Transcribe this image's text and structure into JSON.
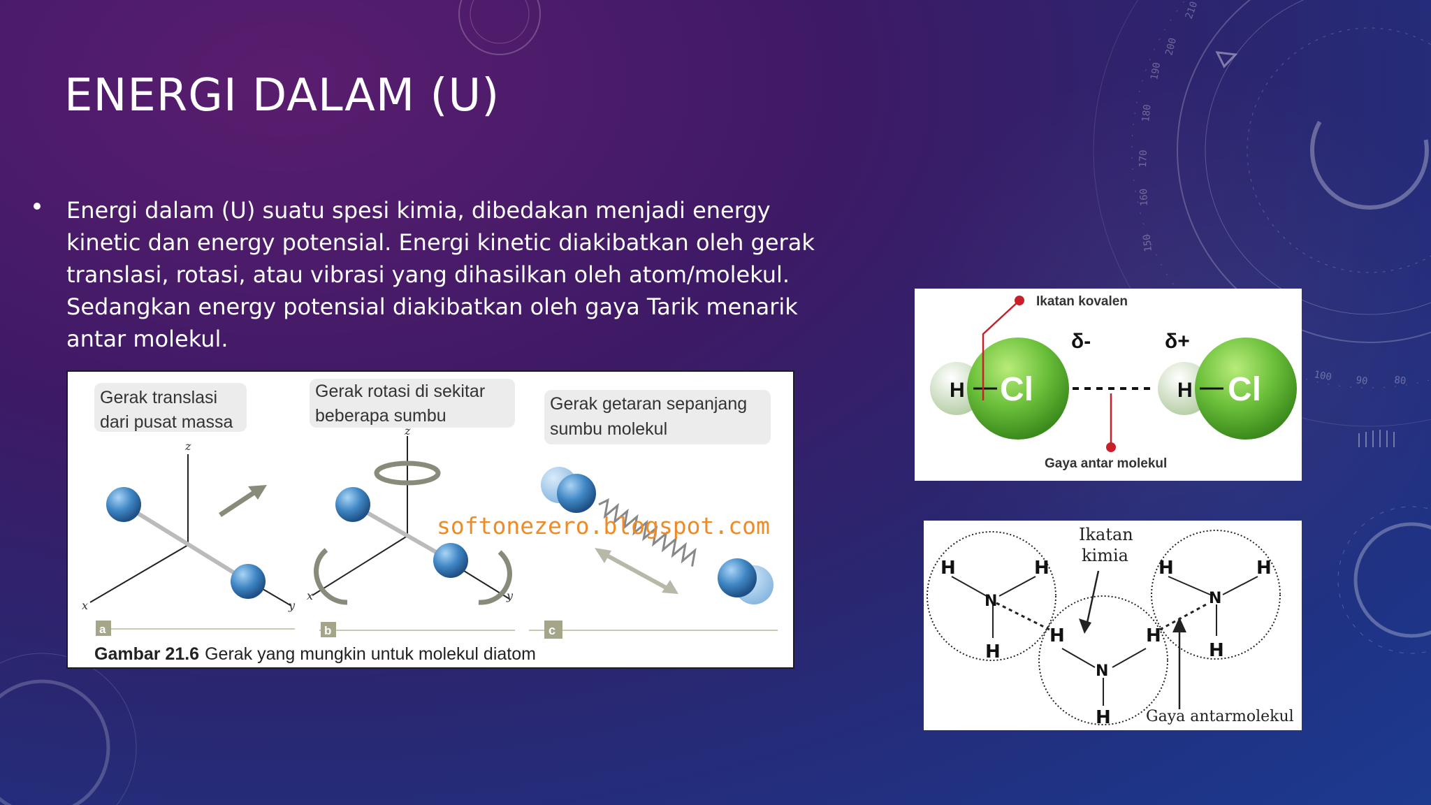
{
  "slide": {
    "title": "ENERGI DALAM (U)",
    "bullet": "Energi dalam (U) suatu spesi kimia, dibedakan menjadi energy kinetic dan energy potensial. Energi kinetic diakibatkan oleh gerak translasi, rotasi, atau vibrasi yang dihasilkan oleh atom/molekul. Sedangkan energy potensial diakibatkan oleh gaya Tarik menarik antar molekul."
  },
  "dial_numbers": [
    "210",
    "200",
    "190",
    "180",
    "170",
    "160",
    "150",
    "100",
    "90",
    "80"
  ],
  "figure_motion": {
    "panel_a": {
      "label_line1": "Gerak translasi",
      "label_line2": "dari pusat massa",
      "tag": "a",
      "axis_z": "z",
      "axis_x": "x",
      "axis_y": "y"
    },
    "panel_b": {
      "label_line1": "Gerak rotasi di sekitar",
      "label_line2": "beberapa sumbu",
      "tag": "b",
      "axis_z": "z",
      "axis_x": "x",
      "axis_y": "y"
    },
    "panel_c": {
      "label_line1": "Gerak getaran sepanjang",
      "label_line2": "sumbu molekul",
      "tag": "c"
    },
    "watermark": "softonezero.blogspot.com",
    "caption_bold": "Gambar 21.6",
    "caption_text": "Gerak yang mungkin untuk molekul diatom"
  },
  "figure_hcl": {
    "label_bond": "Ikatan kovalen",
    "delta_minus": "δ-",
    "delta_plus": "δ+",
    "label_force": "Gaya antar molekul",
    "atom_h": "H",
    "atom_cl": "Cl"
  },
  "figure_nh3": {
    "label_bond_line1": "Ikatan",
    "label_bond_line2": "kimia",
    "label_force": "Gaya antarmolekul",
    "atom_h": "H",
    "atom_n": "N"
  },
  "colors": {
    "accent_orange": "#f08a24",
    "cl_green": "#6abf3a",
    "ball_blue": "#3f86c4",
    "marker_red": "#c8202a"
  }
}
